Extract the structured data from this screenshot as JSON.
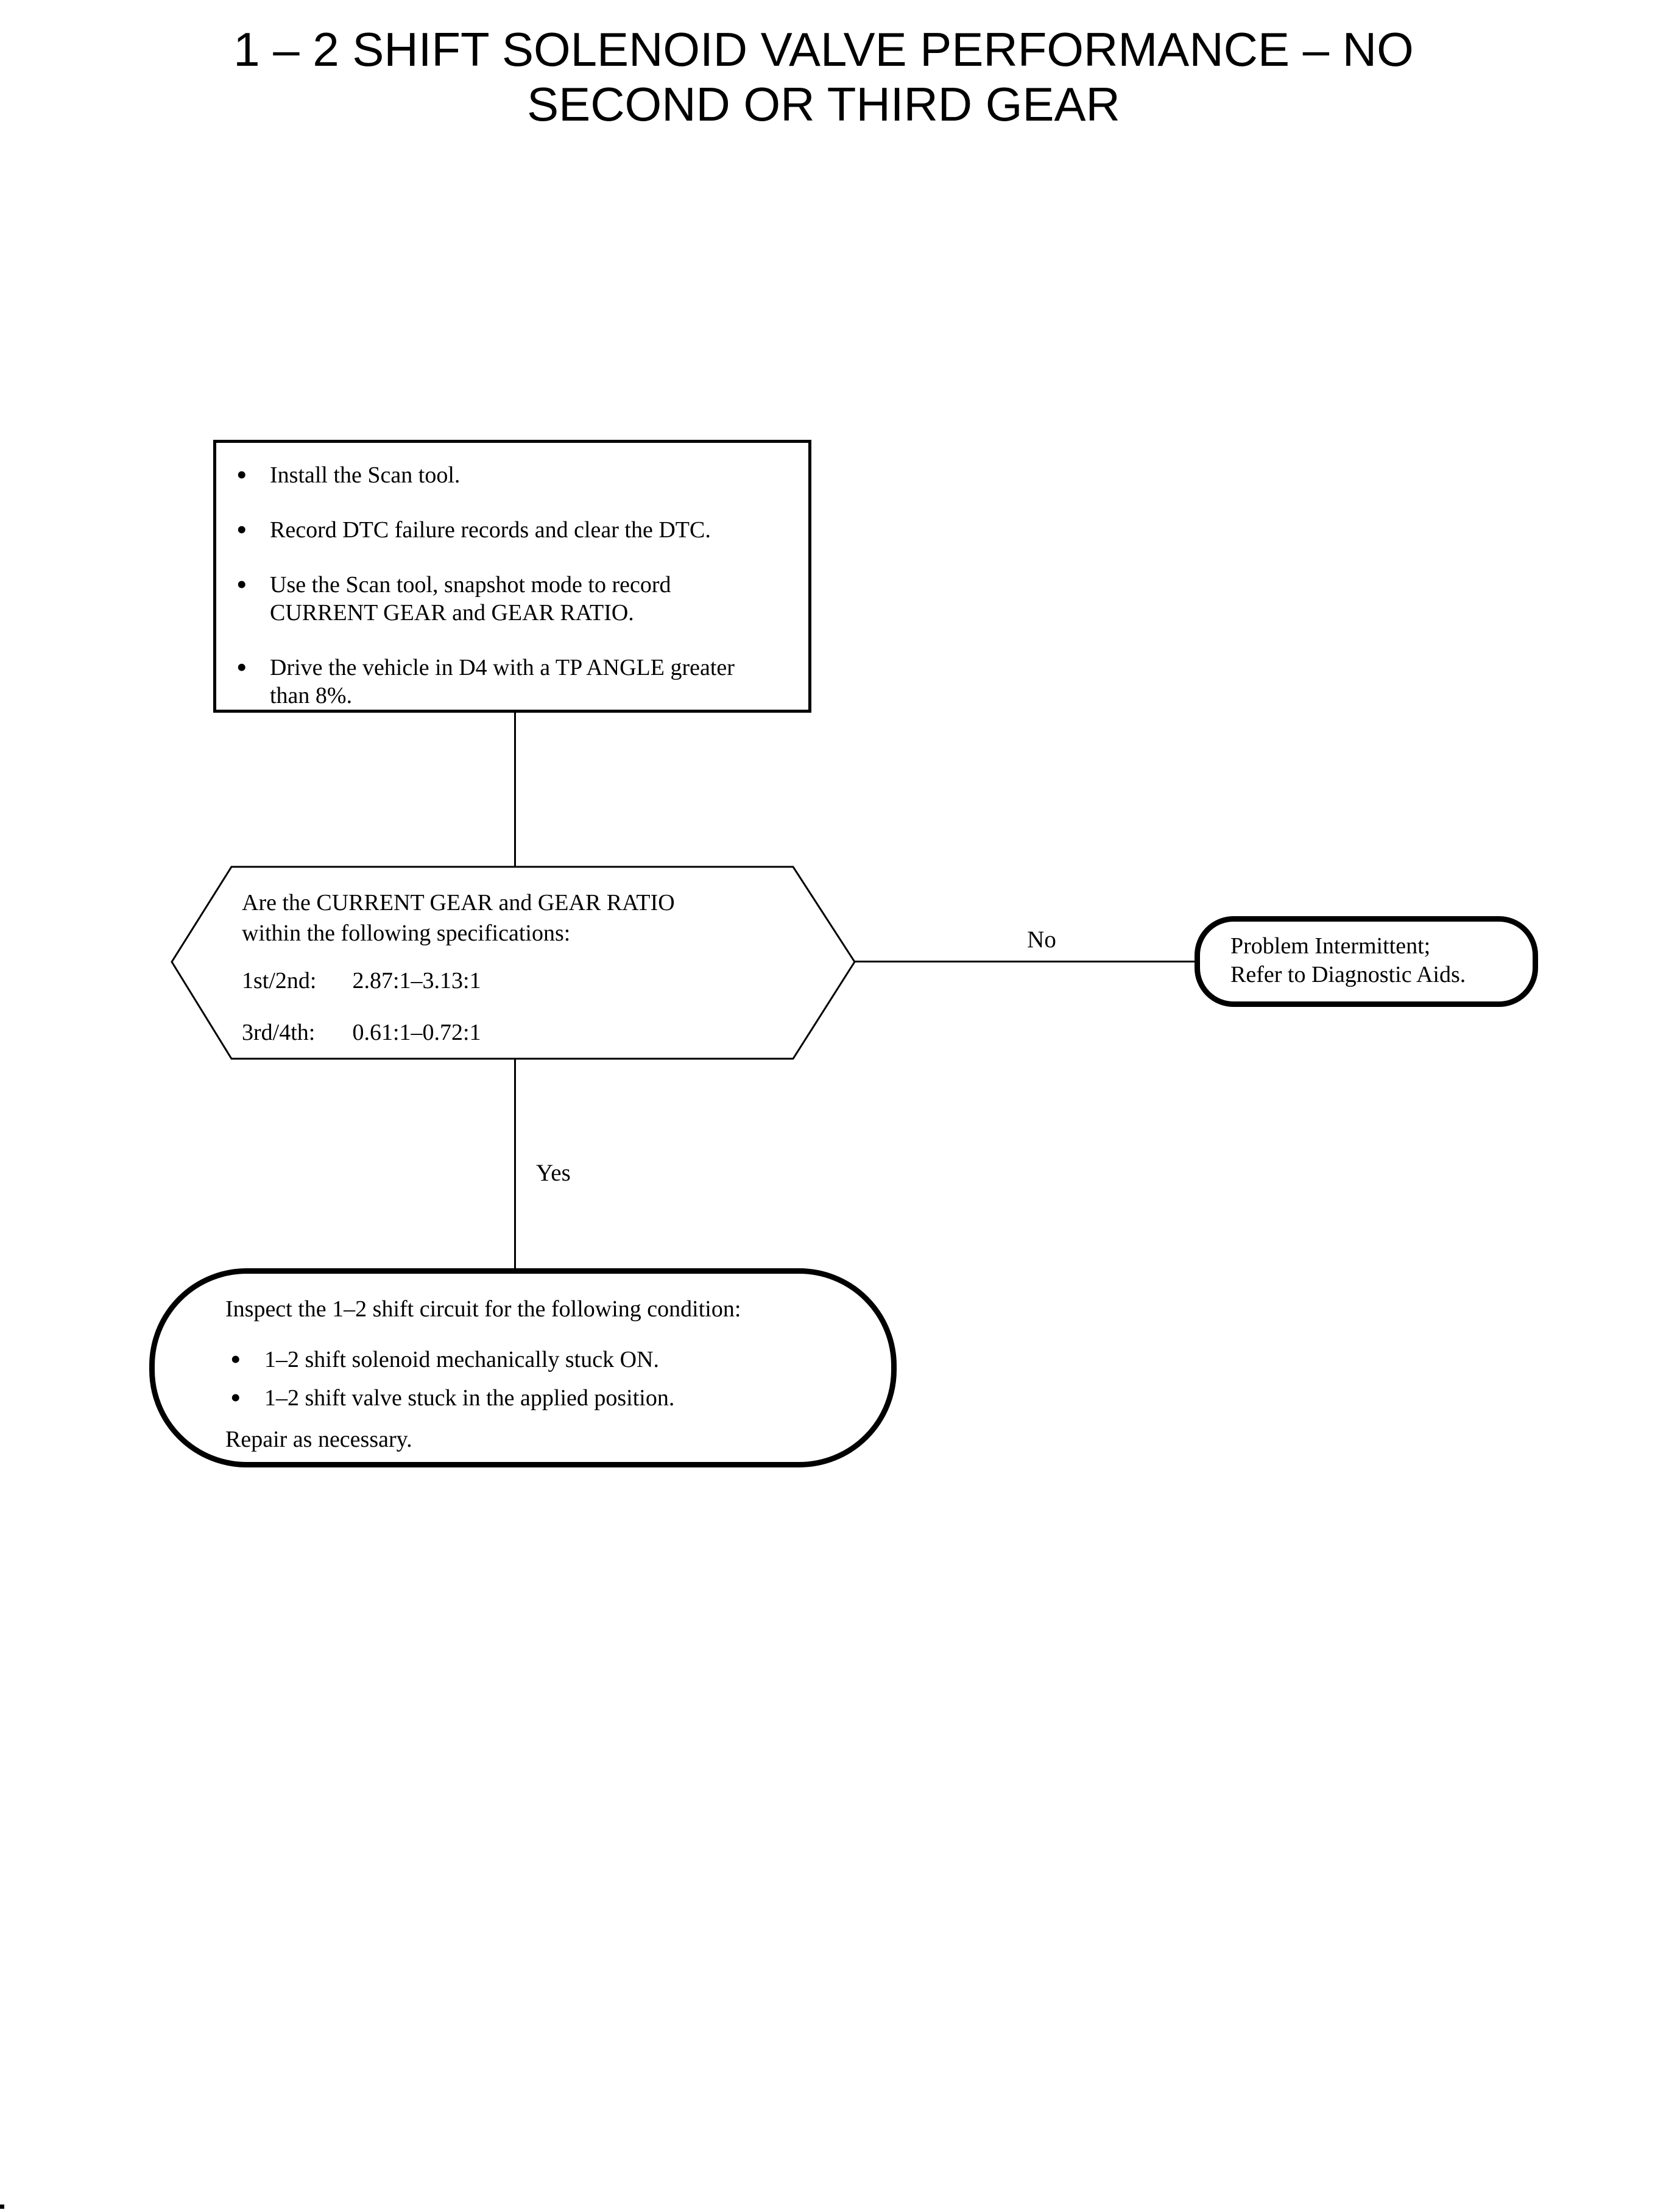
{
  "page": {
    "paper": "#ffffff",
    "ink": "#000000"
  },
  "icons": {
    "bullet": "•"
  },
  "title": {
    "line1": "1 – 2 SHIFT SOLENOID VALVE PERFORMANCE – NO",
    "line2": "SECOND OR THIRD GEAR"
  },
  "start_box": {
    "items": [
      {
        "lines": [
          "Install the Scan tool."
        ]
      },
      {
        "lines": [
          "Record DTC failure records and clear the DTC."
        ]
      },
      {
        "lines": [
          "Use the Scan tool, snapshot mode to record",
          "CURRENT GEAR and GEAR RATIO."
        ]
      },
      {
        "lines": [
          "Drive the vehicle in D4 with a TP ANGLE greater",
          "than 8%."
        ]
      }
    ]
  },
  "decision": {
    "question_line1": "Are the CURRENT GEAR and GEAR RATIO",
    "question_line2": "within the following specifications:",
    "specs": [
      {
        "label": "1st/2nd:",
        "value": "2.87:1–3.13:1"
      },
      {
        "label": "3rd/4th:",
        "value": "0.61:1–0.72:1"
      }
    ]
  },
  "no_branch": {
    "label": "No",
    "result_line1": "Problem Intermittent;",
    "result_line2": "Refer to Diagnostic Aids."
  },
  "yes_branch": {
    "label": "Yes"
  },
  "action_box": {
    "intro": "Inspect the 1–2 shift circuit for the following condition:",
    "items": [
      "1–2 shift solenoid mechanically stuck ON.",
      "1–2 shift valve stuck in the applied position."
    ],
    "outro": "Repair as necessary."
  }
}
